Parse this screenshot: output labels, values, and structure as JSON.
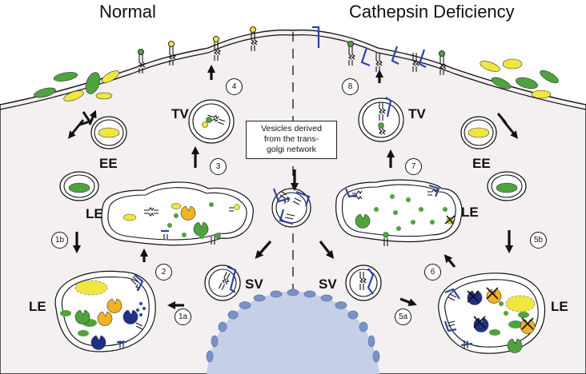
{
  "titles": {
    "left": "Normal",
    "right": "Cathepsin Deficiency"
  },
  "box": {
    "line1": "Vesicles derived",
    "line2": "from the trans-",
    "line3": "golgi network"
  },
  "labels": {
    "tv": "TV",
    "ee": "EE",
    "le": "LE",
    "sv": "SV"
  },
  "steps": {
    "s1a": "1a",
    "s1b": "1b",
    "s2": "2",
    "s3": "3",
    "s4": "4",
    "s5a": "5a",
    "s5b": "5b",
    "s6": "6",
    "s7": "7",
    "s8": "8"
  },
  "colors": {
    "cytoplasm": "#f4f0f1",
    "nucleus": "#c5cfe8",
    "nucleus_dots": "#7a93c4",
    "green": "#4fa33f",
    "yellow": "#f0e640",
    "orange": "#f2b320",
    "navy": "#1f2f8a",
    "blue_receptor": "#2d43a8",
    "membrane": "#111111"
  }
}
